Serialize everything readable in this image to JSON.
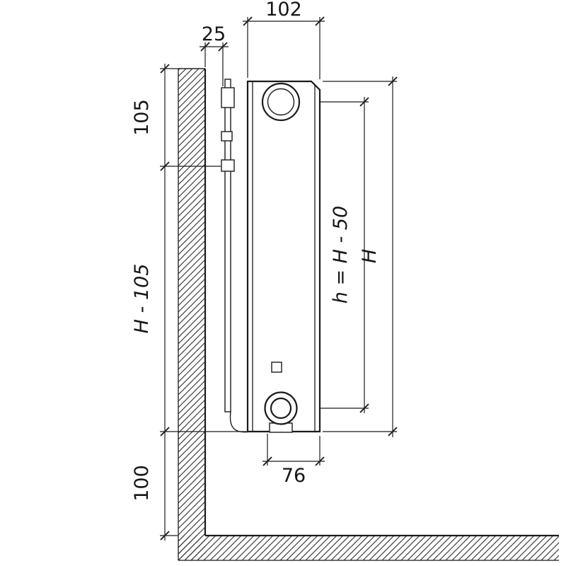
{
  "diagram": {
    "kind": "radiator-side-view-installation-dimensions",
    "colors": {
      "background": "#ffffff",
      "line": "#1b1b1b",
      "text": "#161616"
    },
    "labels": {
      "depth": "102",
      "wall_gap": "25",
      "top_offset": "105",
      "mid_height": "H - 105",
      "floor_clearance": "100",
      "pipe_pitch": "h = H - 50",
      "total_height": "H",
      "bottom_offset": "76"
    }
  }
}
